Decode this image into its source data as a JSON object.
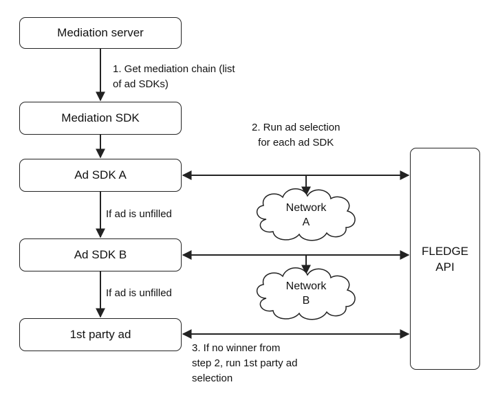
{
  "nodes": {
    "mediation_server": "Mediation server",
    "mediation_sdk": "Mediation SDK",
    "ad_sdk_a": "Ad SDK A",
    "ad_sdk_b": "Ad SDK B",
    "first_party_ad": "1st party ad",
    "fledge_api": [
      "FLEDGE",
      "API"
    ],
    "network_a": [
      "Network",
      "A"
    ],
    "network_b": [
      "Network",
      "B"
    ]
  },
  "annotations": {
    "step1": [
      "1. Get mediation chain (list",
      "of ad SDKs)"
    ],
    "step2": [
      "2. Run ad selection",
      "for each ad SDK"
    ],
    "unfilled_a": "If ad is unfilled",
    "unfilled_b": "If ad is unfilled",
    "step3": [
      "3. If no winner from",
      "step 2, run 1st party ad",
      "selection"
    ]
  },
  "colors": {
    "stroke": "#222222",
    "text": "#111111",
    "background": "#ffffff"
  }
}
